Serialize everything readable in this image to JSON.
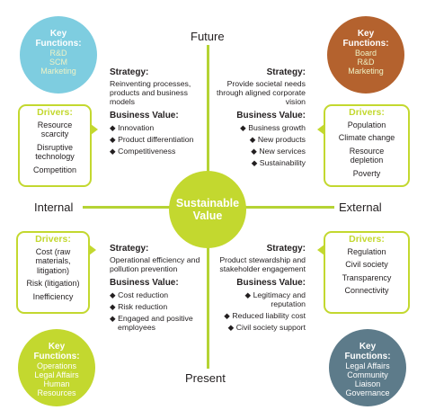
{
  "axes": {
    "top": "Future",
    "bottom": "Present",
    "left": "Internal",
    "right": "External"
  },
  "center": {
    "line1": "Sustainable",
    "line2": "Value"
  },
  "colors": {
    "green": "#c3d82f",
    "lightblue": "#7ecde0",
    "brown": "#b4622e",
    "yellow": "#c3d82f",
    "slate": "#5d7b8a"
  },
  "quadrants": {
    "top_left": {
      "key_functions": {
        "title1": "Key",
        "title2": "Functions:",
        "items": [
          "R&D",
          "SCM",
          "Marketing"
        ]
      },
      "drivers": {
        "title": "Drivers:",
        "items": [
          "Resource scarcity",
          "Disruptive technology",
          "Competition"
        ]
      },
      "strategy_label": "Strategy:",
      "strategy": "Reinventing processes, products and business models",
      "business_value_label": "Business Value:",
      "business_value": [
        "Innovation",
        "Product differentiation",
        "Competitiveness"
      ]
    },
    "top_right": {
      "key_functions": {
        "title1": "Key",
        "title2": "Functions:",
        "items": [
          "Board",
          "R&D",
          "Marketing"
        ]
      },
      "drivers": {
        "title": "Drivers:",
        "items": [
          "Population",
          "Climate change",
          "Resource depletion",
          "Poverty"
        ]
      },
      "strategy_label": "Strategy:",
      "strategy": "Provide societal needs through aligned corporate vision",
      "business_value_label": "Business Value:",
      "business_value": [
        "Business growth",
        "New products",
        "New services",
        "Sustainability"
      ]
    },
    "bottom_left": {
      "key_functions": {
        "title1": "Key",
        "title2": "Functions:",
        "items": [
          "Operations",
          "Legal Affairs",
          "Human Resources"
        ]
      },
      "drivers": {
        "title": "Drivers:",
        "items": [
          "Cost (raw materials, litigation)",
          "Risk (litigation)",
          "Inefficiency"
        ]
      },
      "strategy_label": "Strategy:",
      "strategy": "Operational efficiency and pollution prevention",
      "business_value_label": "Business Value:",
      "business_value": [
        "Cost reduction",
        "Risk reduction",
        "Engaged and positive employees"
      ]
    },
    "bottom_right": {
      "key_functions": {
        "title1": "Key",
        "title2": "Functions:",
        "items": [
          "Legal Affairs",
          "Community Liaison",
          "Governance"
        ]
      },
      "drivers": {
        "title": "Drivers:",
        "items": [
          "Regulation",
          "Civil society",
          "Transparency",
          "Connectivity"
        ]
      },
      "strategy_label": "Strategy:",
      "strategy": "Product stewardship and stakeholder engagement",
      "business_value_label": "Business Value:",
      "business_value": [
        "Legitimacy and reputation",
        "Reduced liability cost",
        "Civil society support"
      ]
    }
  }
}
